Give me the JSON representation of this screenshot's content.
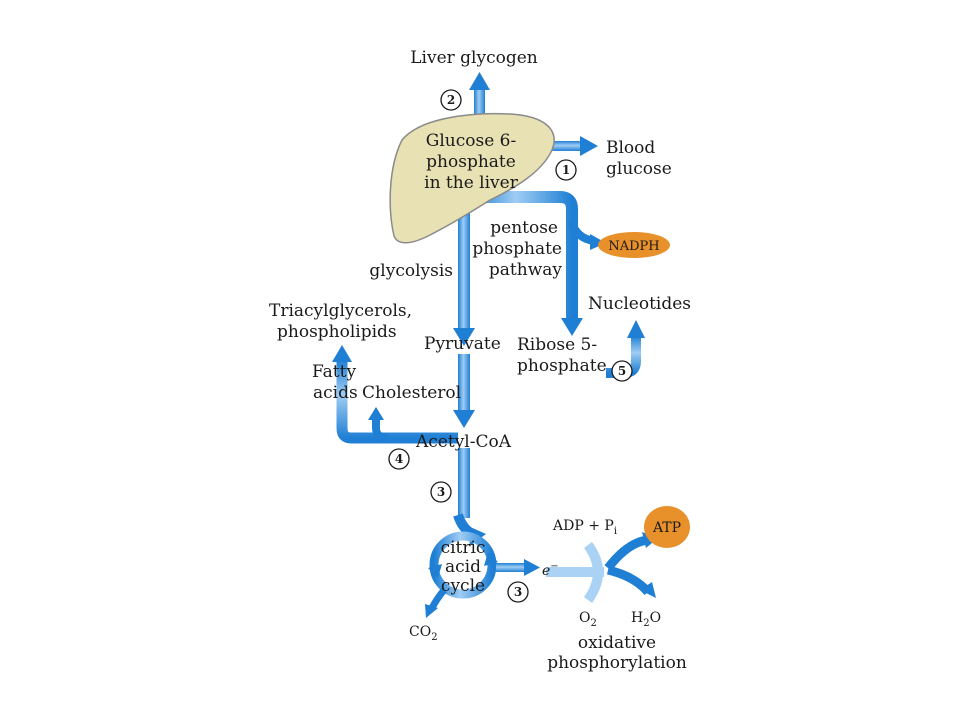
{
  "colors": {
    "flow": "#1f7fd4",
    "flow_light": "#a9d2f5",
    "liver_fill": "#e8e1b3",
    "liver_stroke": "#8a8a8a",
    "highlight": "#e8902a"
  },
  "liver": {
    "line1": "Glucose 6-",
    "line2": "phosphate",
    "line3": "in the liver"
  },
  "liver_glycogen": "Liver glycogen",
  "blood_glucose": {
    "line1": "Blood",
    "line2": "glucose"
  },
  "nadph": "NADPH",
  "pentose": {
    "line1": "pentose",
    "line2": "phosphate",
    "line3": "pathway"
  },
  "glycolysis": "glycolysis",
  "nucleotides": "Nucleotides",
  "ribose": {
    "line1": "Ribose 5-",
    "line2": "phosphate"
  },
  "pyruvate": "Pyruvate",
  "triacylglycerols": {
    "line1": "Triacylglycerols,",
    "line2": "phospholipids"
  },
  "fatty_acids": {
    "line1": "Fatty",
    "line2": "acids"
  },
  "cholesterol": "Cholesterol",
  "acetyl_coa": "Acetyl-CoA",
  "citric": {
    "line1": "citric",
    "line2": "acid",
    "line3": "cycle"
  },
  "co2": {
    "base": "CO",
    "sub": "2"
  },
  "electron": {
    "base": "e",
    "sup": "−"
  },
  "adp_pi": {
    "base": "ADP + P",
    "sub": "i"
  },
  "atp": "ATP",
  "o2": {
    "base": "O",
    "sub": "2"
  },
  "h2o": {
    "pre": "H",
    "sub": "2",
    "post": "O"
  },
  "oxphos": {
    "line1": "oxidative",
    "line2": "phosphorylation"
  },
  "steps": {
    "s1": "1",
    "s2": "2",
    "s3a": "3",
    "s3b": "3",
    "s4": "4",
    "s5": "5"
  }
}
